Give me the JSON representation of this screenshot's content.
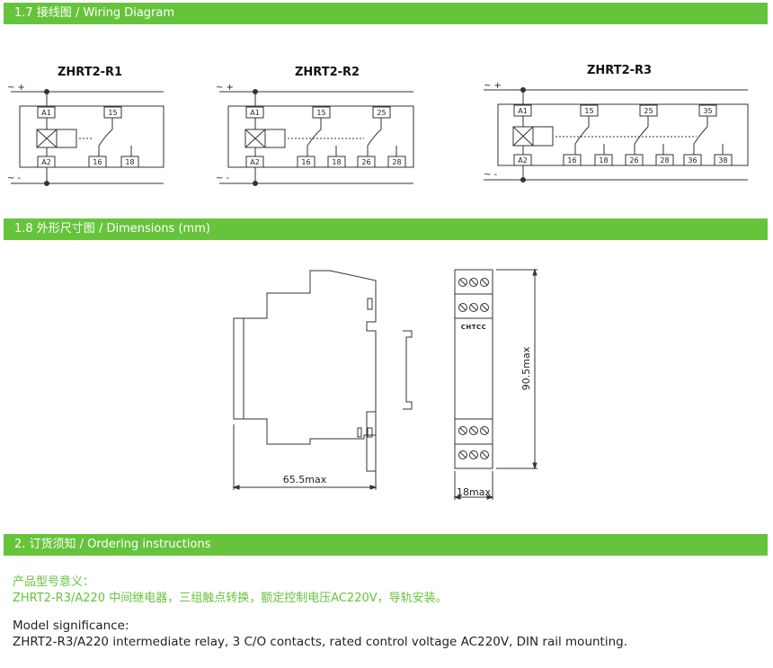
{
  "sections": {
    "wiring_title": "1.7 接线图 / Wiring Diagram",
    "dimensions_title": "1.8 外形尺寸图 / Dimensions (mm)",
    "ordering_title": "2. 订货须知 / Ordering instructions"
  },
  "wiring": {
    "diagrams": [
      {
        "model": "ZHRT2-R1",
        "terminals": [
          "A1",
          "A2",
          "15",
          "16",
          "18"
        ]
      },
      {
        "model": "ZHRT2-R2",
        "terminals": [
          "A1",
          "A2",
          "15",
          "16",
          "18",
          "25",
          "26",
          "28"
        ]
      },
      {
        "model": "ZHRT2-R3",
        "terminals": [
          "A1",
          "A2",
          "15",
          "16",
          "18",
          "25",
          "26",
          "28",
          "35",
          "36",
          "38"
        ]
      }
    ],
    "supply_plus": "~ +",
    "supply_minus": "~ -"
  },
  "dimensions": {
    "width_label": "65.5max",
    "height_label": "90.5max",
    "depth_label": "18max",
    "brand": "CHTCC"
  },
  "ordering": {
    "cn_heading": "产品型号意义：",
    "cn_body": "ZHRT2-R3/A220 中间继电器，三组触点转换，额定控制电压AC220V，导轨安装。",
    "en_heading": "Model significance:",
    "en_body": "ZHRT2-R3/A220 intermediate relay, 3 C/O contacts, rated control voltage AC220V, DIN rail mounting."
  }
}
